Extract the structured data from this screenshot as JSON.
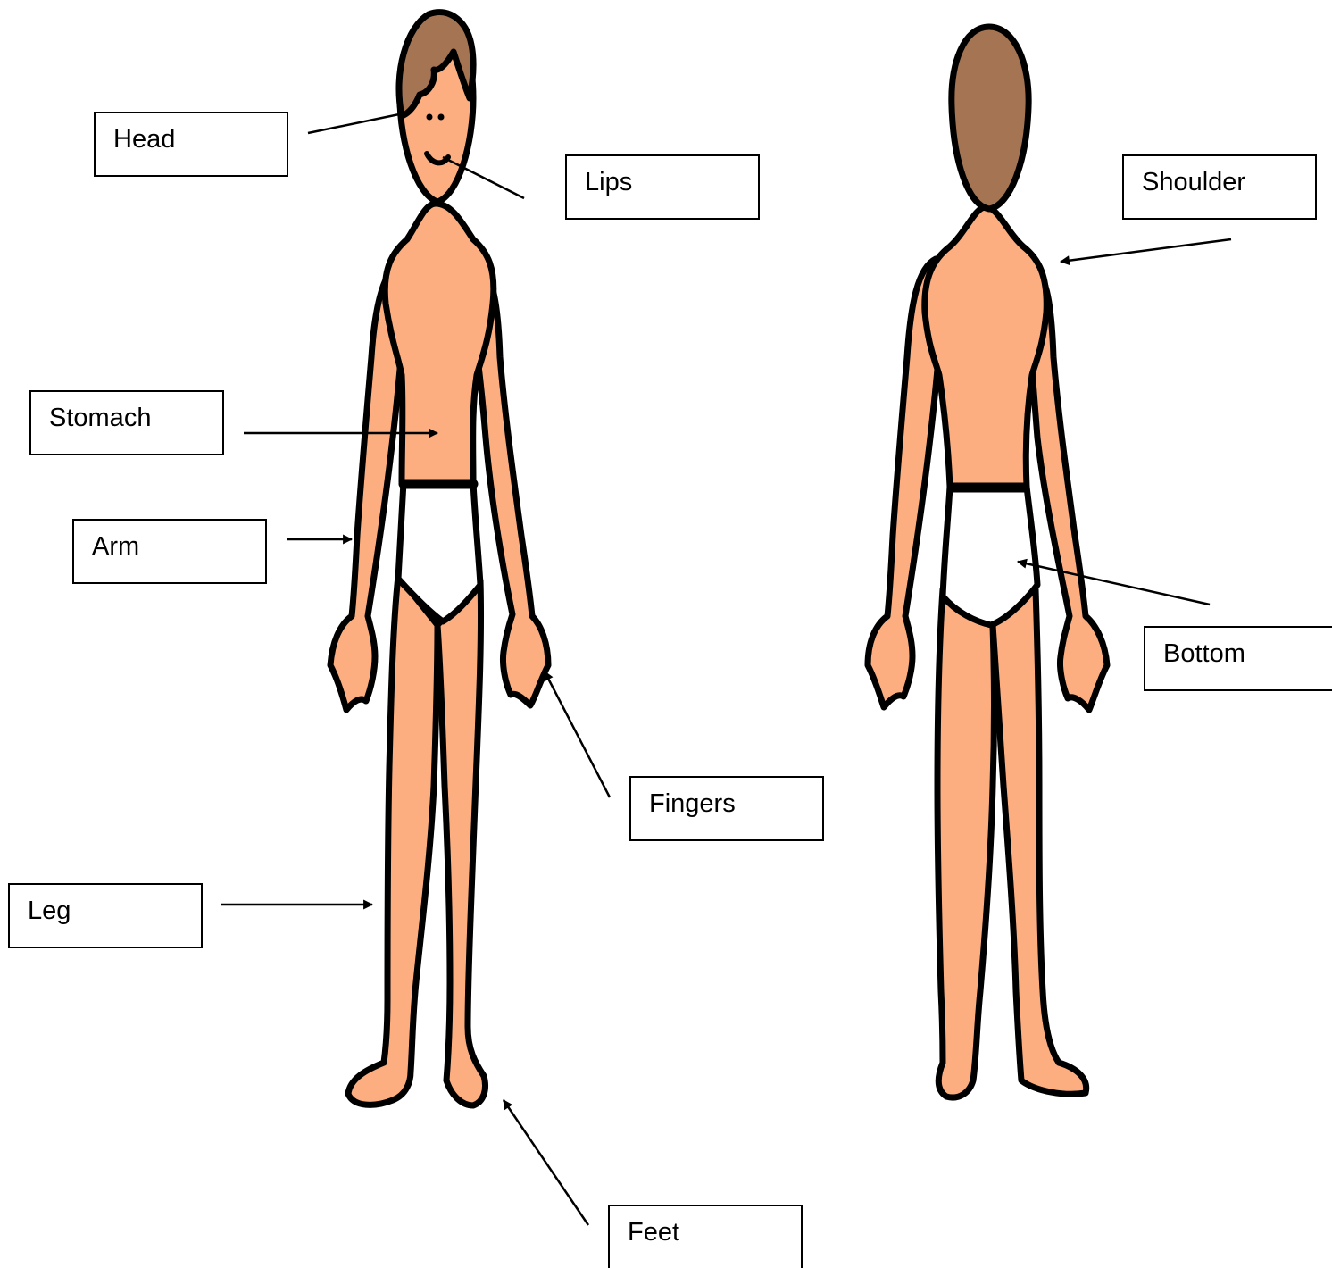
{
  "labels": {
    "head": "Head",
    "lips": "Lips",
    "shoulder": "Shoulder",
    "stomach": "Stomach",
    "arm": "Arm",
    "bottom": "Bottom",
    "fingers": "Fingers",
    "leg": "Leg",
    "feet": "Feet"
  },
  "colors": {
    "skin": "#FCAE80",
    "hair": "#A47453",
    "underwear": "#FFFFFF",
    "outline": "#000000"
  }
}
